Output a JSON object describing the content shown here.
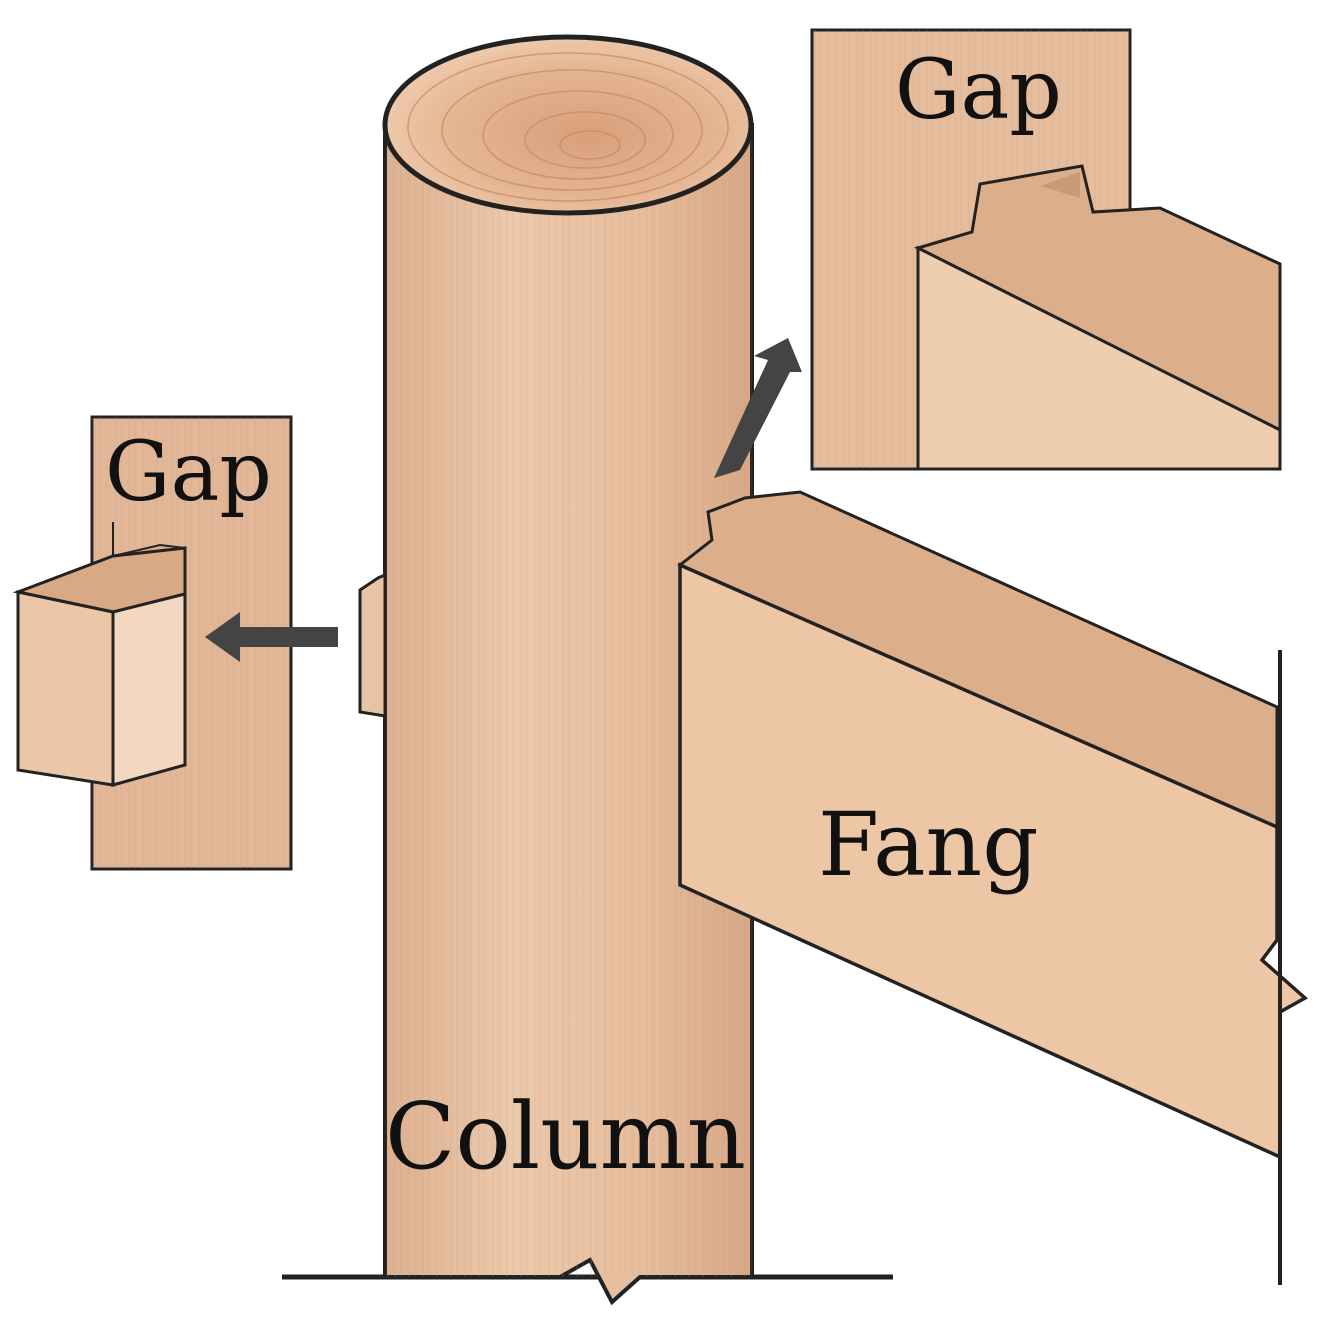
{
  "labels": {
    "gap_top": "Gap",
    "gap_left": "Gap",
    "fang": "Fang",
    "column": "Column"
  },
  "colors": {
    "wood_light": "#ecc8aa",
    "wood_mid": "#e2b898",
    "wood_dark": "#d6a886",
    "outline": "#222222",
    "arrow": "#444444"
  }
}
